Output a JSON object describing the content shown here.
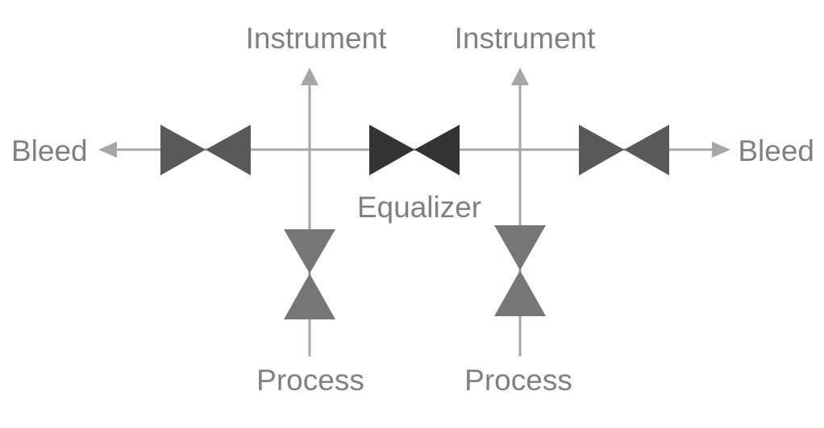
{
  "diagram": {
    "labels": {
      "instrument_left": "Instrument",
      "instrument_right": "Instrument",
      "bleed_left": "Bleed",
      "bleed_right": "Bleed",
      "equalizer": "Equalizer",
      "process_left": "Process",
      "process_right": "Process"
    },
    "colors": {
      "pipe": "#a6a6a6",
      "arrow": "#a6a6a6",
      "label_text": "#808080",
      "bleed_valve": "#595959",
      "equalizer_valve": "#333333",
      "block_valve": "#767676"
    }
  }
}
